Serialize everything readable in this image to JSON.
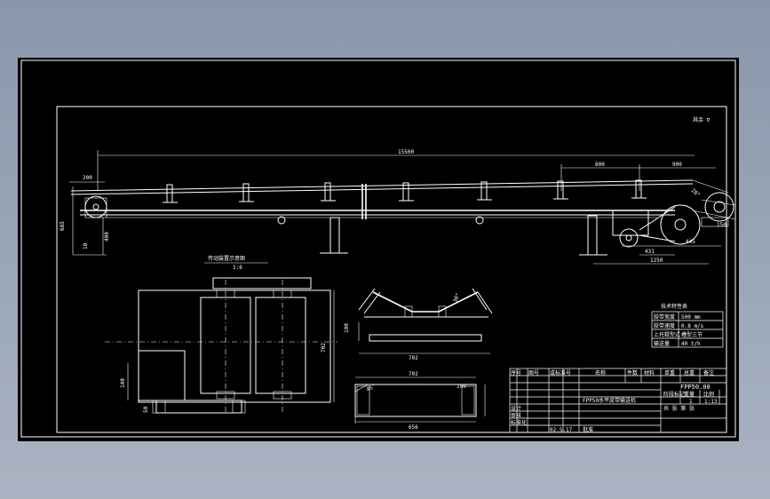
{
  "drawing": {
    "corner_note": "其余 ∇",
    "dims": {
      "overall_length": "15500",
      "pitch_a": "800",
      "pitch_b": "900",
      "tail_200": "200",
      "height_685": "685",
      "height_400": "400",
      "foot_10": "10",
      "d_431": "431",
      "d_445": "445",
      "d_1250": "1250",
      "d_150": "150",
      "idler_height": "100",
      "idler_width": "702",
      "frame_width": "702",
      "frame_inner": "656",
      "frame_h": "100",
      "motor_140": "140",
      "motor_50": "50",
      "angle_20": "20°",
      "angle_30": "30°",
      "angle_45": "45°"
    },
    "drive_title": "传动装置示意图",
    "drive_scale": "1:6",
    "spec": {
      "title": "技术特性表",
      "rows": [
        {
          "label": "胶带宽度",
          "value": "500 mm"
        },
        {
          "label": "胶带速度",
          "value": "0.8 m/s"
        },
        {
          "label": "上托辊型式",
          "value": "槽型三节"
        },
        {
          "label": "输送量",
          "value": "40 t/h"
        }
      ]
    },
    "title_block": {
      "h_seq": "序号",
      "h_code": "图号",
      "h_std": "或标准号",
      "h_name": "名称",
      "h_qty": "件数",
      "h_mat": "材料",
      "h_unit_wt": "单重",
      "h_total": "总重",
      "h_remark": "备注",
      "drawing_no": "FPP50.00",
      "drawing_name": "FPP50水平皮带输送机",
      "stage": "阶段标记",
      "weight": "重量",
      "scale_label": "比例",
      "qty": "1",
      "scale": "1:13",
      "sheet": "共  张  第  张",
      "designer": "设计",
      "checker": "审核",
      "standard": "标准化",
      "date": "02.5.17",
      "approve": "批准"
    }
  }
}
